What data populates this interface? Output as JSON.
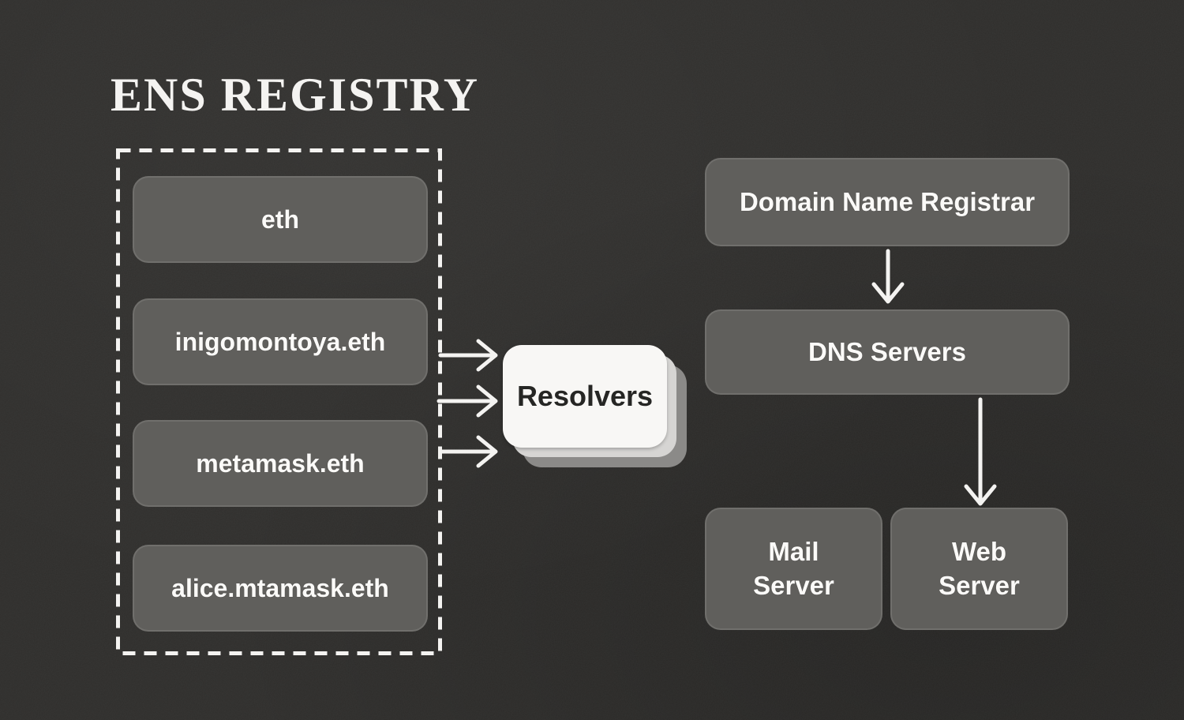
{
  "page": {
    "background_color": "#2f2e2c",
    "node_color": "#605f5c",
    "accent_white": "#f4f3f1"
  },
  "title": "ENS REGISTRY",
  "registry": {
    "items": [
      "eth",
      "inigomontoya.eth",
      "metamask.eth",
      "alice.mtamask.eth"
    ]
  },
  "resolvers": {
    "label": "Resolvers",
    "card_color": "#f8f7f5",
    "text_color": "#262624"
  },
  "dns_flow": {
    "registrar_label": "Domain Name Registrar",
    "dns_servers_label": "DNS Servers",
    "mail_server_label": "Mail Server",
    "web_server_label": "Web Server"
  }
}
